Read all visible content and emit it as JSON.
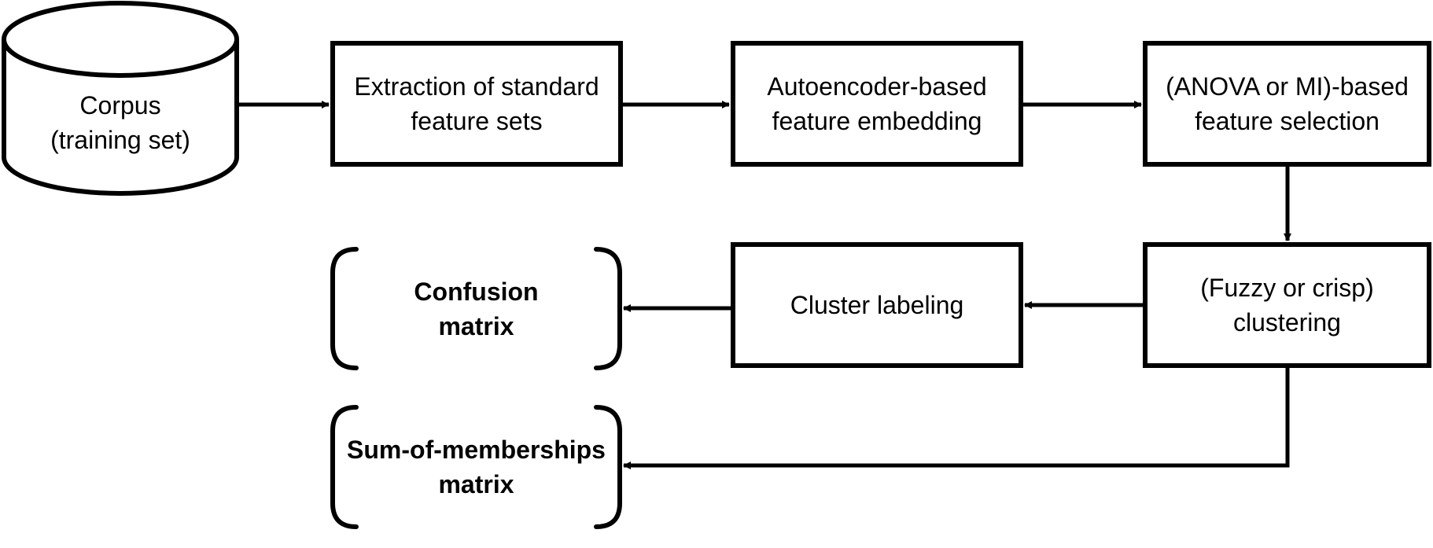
{
  "nodes": {
    "corpus": {
      "lines": [
        "Corpus",
        "(training set)"
      ]
    },
    "extraction": {
      "lines": [
        "Extraction of standard",
        "feature sets"
      ]
    },
    "autoencoder": {
      "lines": [
        "Autoencoder-based",
        "feature embedding"
      ]
    },
    "selection": {
      "lines": [
        "(ANOVA or MI)-based",
        "feature selection"
      ]
    },
    "clustering": {
      "lines": [
        "(Fuzzy or crisp)",
        "clustering"
      ]
    },
    "labeling": {
      "lines": [
        "Cluster labeling"
      ]
    },
    "confusion": {
      "lines": [
        "Confusion",
        "matrix"
      ]
    },
    "memberships": {
      "lines": [
        "Sum-of-memberships",
        "matrix"
      ]
    }
  },
  "edges": [
    {
      "from": "corpus",
      "to": "extraction"
    },
    {
      "from": "extraction",
      "to": "autoencoder"
    },
    {
      "from": "autoencoder",
      "to": "selection"
    },
    {
      "from": "selection",
      "to": "clustering"
    },
    {
      "from": "clustering",
      "to": "labeling"
    },
    {
      "from": "labeling",
      "to": "confusion"
    },
    {
      "from": "clustering",
      "to": "memberships"
    }
  ]
}
